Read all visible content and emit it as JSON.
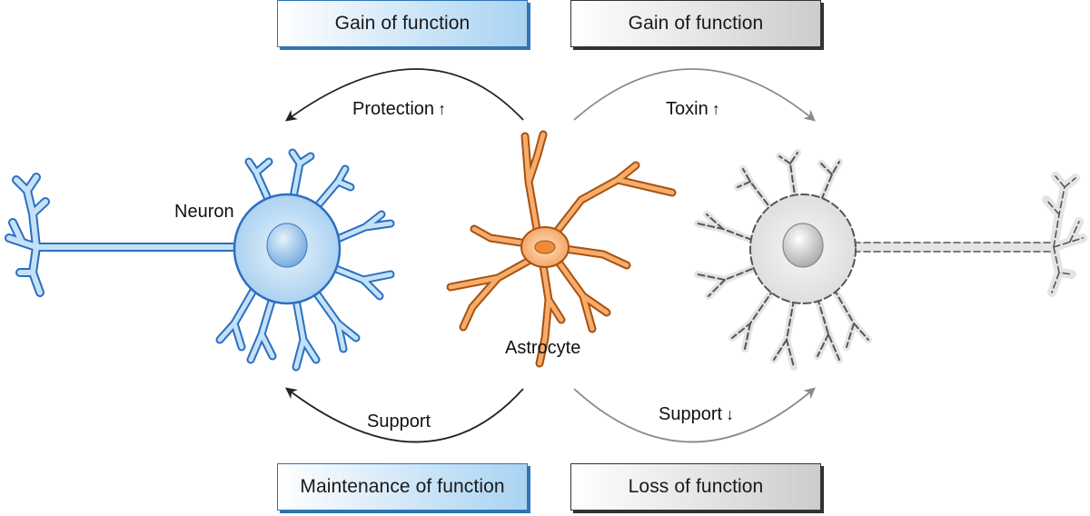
{
  "boxes": {
    "top_left": "Gain of function",
    "top_right": "Gain of function",
    "bottom_left": "Maintenance of function",
    "bottom_right": "Loss of function"
  },
  "labels": {
    "neuron": "Neuron",
    "astrocyte": "Astrocyte",
    "protection": "Protection",
    "protection_arrow": "↑",
    "toxin": "Toxin",
    "toxin_arrow": "↑",
    "support_left": "Support",
    "support_right": "Support",
    "support_right_arrow": "↓"
  },
  "colors": {
    "healthy_neuron": "#2a6fc0",
    "healthy_neuron_fill": "#bcdcf6",
    "astrocyte": "#a8520e",
    "astrocyte_fill": "#f4a564",
    "damaged_neuron": "#555555",
    "damaged_neuron_fill": "#e8e8e8"
  }
}
